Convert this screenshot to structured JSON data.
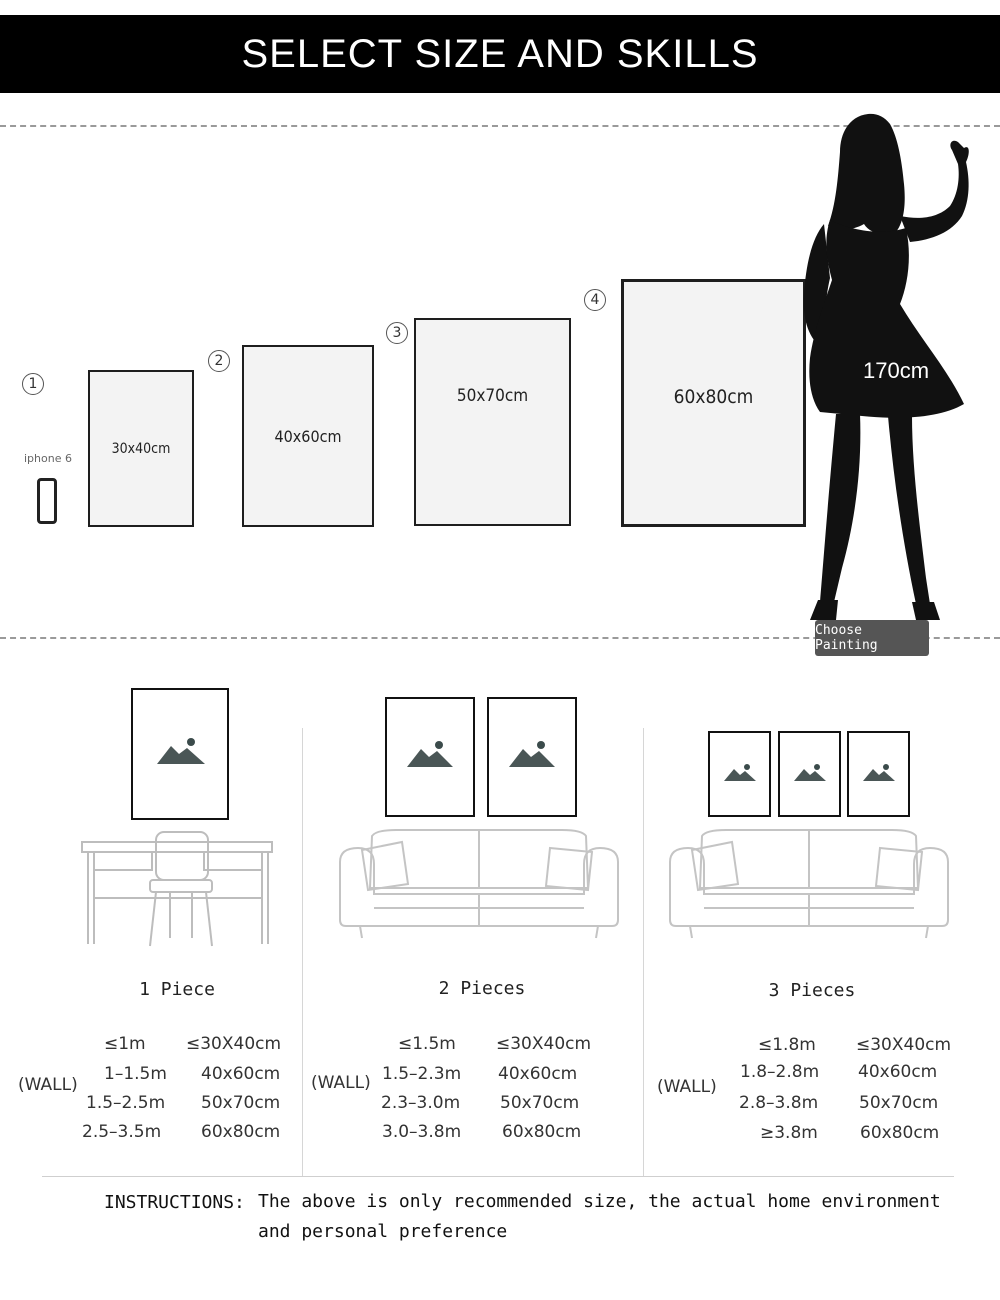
{
  "header": {
    "title": "SELECT SIZE AND SKILLS"
  },
  "sizes": [
    {
      "num": "1",
      "label": "30x40cm"
    },
    {
      "num": "2",
      "label": "40x60cm"
    },
    {
      "num": "3",
      "label": "50x70cm"
    },
    {
      "num": "4",
      "label": "60x80cm"
    }
  ],
  "phone": {
    "label": "iphone 6"
  },
  "person": {
    "height_label": "170cm"
  },
  "choose_button": {
    "label": "Choose Painting"
  },
  "arrangements": [
    {
      "title": "1 Piece",
      "wall_label": "(WALL)",
      "rows": [
        {
          "wall": "≤1m",
          "size": "≤30X40cm"
        },
        {
          "wall": "1–1.5m",
          "size": "40x60cm"
        },
        {
          "wall": "1.5–2.5m",
          "size": "50x70cm"
        },
        {
          "wall": "2.5–3.5m",
          "size": "60x80cm"
        }
      ]
    },
    {
      "title": "2 Pieces",
      "wall_label": "(WALL)",
      "rows": [
        {
          "wall": "≤1.5m",
          "size": "≤30X40cm"
        },
        {
          "wall": "1.5–2.3m",
          "size": "40x60cm"
        },
        {
          "wall": "2.3–3.0m",
          "size": "50x70cm"
        },
        {
          "wall": "3.0–3.8m",
          "size": "60x80cm"
        }
      ]
    },
    {
      "title": "3 Pieces",
      "wall_label": "(WALL)",
      "rows": [
        {
          "wall": "≤1.8m",
          "size": "≤30X40cm"
        },
        {
          "wall": "1.8–2.8m",
          "size": "40x60cm"
        },
        {
          "wall": "2.8–3.8m",
          "size": "50x70cm"
        },
        {
          "wall": "≥3.8m",
          "size": "60x80cm"
        }
      ]
    }
  ],
  "instructions": {
    "label": "INSTRUCTIONS:",
    "line1": "The above is only recommended size, the actual home environment",
    "line2": "and personal preference"
  },
  "icons": [
    "mountain-sun-icon",
    "phone-icon",
    "desk-chair-icon",
    "sofa-icon",
    "woman-silhouette-icon"
  ]
}
